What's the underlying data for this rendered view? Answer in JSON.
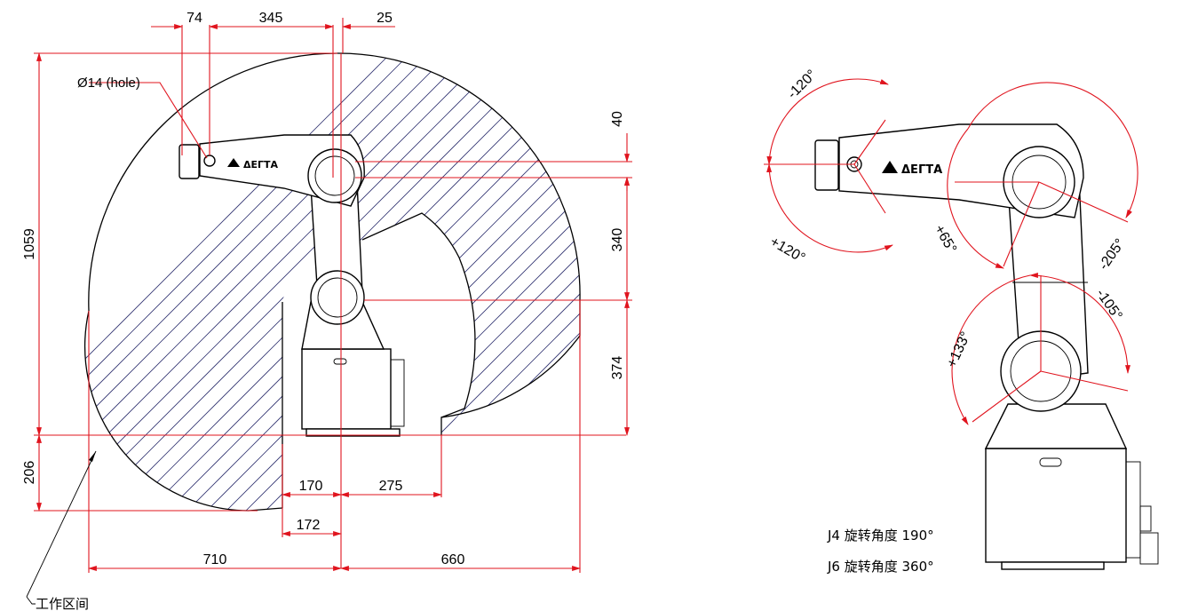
{
  "left_view": {
    "dims": {
      "top_74": "74",
      "top_345": "345",
      "top_25": "25",
      "left_1059": "1059",
      "left_206": "206",
      "right_40": "40",
      "right_340": "340",
      "right_374": "374",
      "bottom_170": "170",
      "bottom_275": "275",
      "bottom_172": "172",
      "bottom_710": "710",
      "bottom_660": "660"
    },
    "hole_label": "Ø14 (hole)",
    "workspace_label": "工作区间"
  },
  "right_view": {
    "angles": {
      "j6_neg": "-120°",
      "j6_pos": "+120°",
      "j5_pos": "+65°",
      "j5_neg": "-205°",
      "j3_neg": "-105°",
      "j2_pos": "+133°"
    },
    "notes": [
      "J4 旋转角度 190°",
      "J6 旋转角度 360°"
    ]
  },
  "colors": {
    "dimension_line": "#e0141e",
    "hatch": "#2c2f6e",
    "outline": "#000000"
  }
}
